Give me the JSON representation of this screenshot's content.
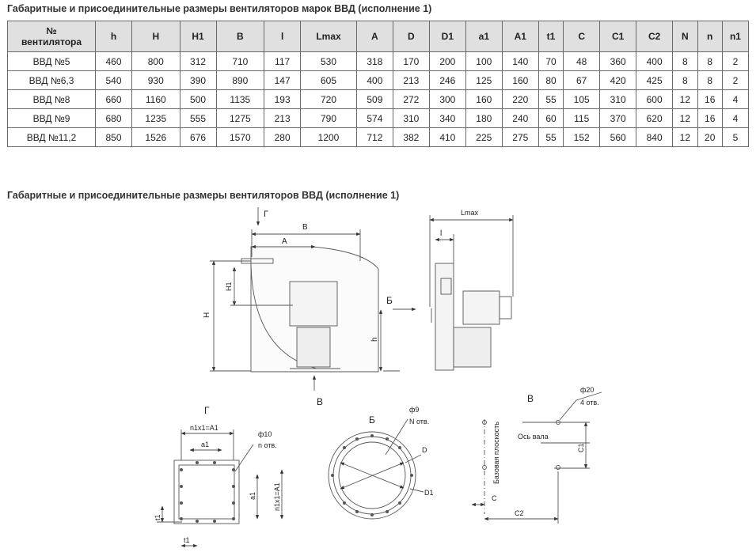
{
  "headings": {
    "table_title": "Габаритные и присоединительные размеры вентиляторов марок ВВД (исполнение 1)",
    "drawing_title": "Габаритные и присоединительные размеры вентиляторов ВВД (исполнение 1)"
  },
  "table": {
    "columns": [
      "№\nвентилятора",
      "h",
      "H",
      "H1",
      "B",
      "l",
      "Lmax",
      "A",
      "D",
      "D1",
      "a1",
      "A1",
      "t1",
      "C",
      "C1",
      "C2",
      "N",
      "n",
      "n1"
    ],
    "rows": [
      [
        "ВВД №5",
        "460",
        "800",
        "312",
        "710",
        "117",
        "530",
        "318",
        "170",
        "200",
        "100",
        "140",
        "70",
        "48",
        "360",
        "400",
        "8",
        "8",
        "2"
      ],
      [
        "ВВД №6,3",
        "540",
        "930",
        "390",
        "890",
        "147",
        "605",
        "400",
        "213",
        "246",
        "125",
        "160",
        "80",
        "67",
        "420",
        "425",
        "8",
        "8",
        "2"
      ],
      [
        "ВВД №8",
        "660",
        "1160",
        "500",
        "1135",
        "193",
        "720",
        "509",
        "272",
        "300",
        "160",
        "220",
        "55",
        "105",
        "310",
        "600",
        "12",
        "16",
        "4"
      ],
      [
        "ВВД №9",
        "680",
        "1235",
        "555",
        "1275",
        "213",
        "790",
        "574",
        "310",
        "340",
        "180",
        "240",
        "60",
        "115",
        "370",
        "620",
        "12",
        "16",
        "4"
      ],
      [
        "ВВД №11,2",
        "850",
        "1526",
        "676",
        "1570",
        "280",
        "1200",
        "712",
        "382",
        "410",
        "225",
        "275",
        "55",
        "152",
        "560",
        "840",
        "12",
        "20",
        "5"
      ]
    ]
  },
  "drawing": {
    "front": {
      "B": "B",
      "A": "A",
      "H": "H",
      "H1": "H1",
      "h": "h",
      "G": "Г",
      "B_view": "Б",
      "V_view": "В"
    },
    "side": {
      "Lmax": "Lmax",
      "l": "l"
    },
    "view_g": {
      "title": "Г",
      "n1x1": "n1x1=A1",
      "a1": "a1",
      "dia": "ф10",
      "n": "n отв.",
      "t1a": "t1",
      "t1b": "t1",
      "a1v": "a1",
      "n1x1v": "n1x1=A1"
    },
    "view_b": {
      "title": "Б",
      "dia": "ф9",
      "N": "N отв.",
      "D": "D",
      "D1": "D1"
    },
    "view_v": {
      "title": "В",
      "dia": "ф20",
      "holes": "4 отв.",
      "axis": "Ось вала",
      "base": "Базовая плоскость",
      "C": "C",
      "C1": "C1",
      "C2": "C2"
    }
  }
}
